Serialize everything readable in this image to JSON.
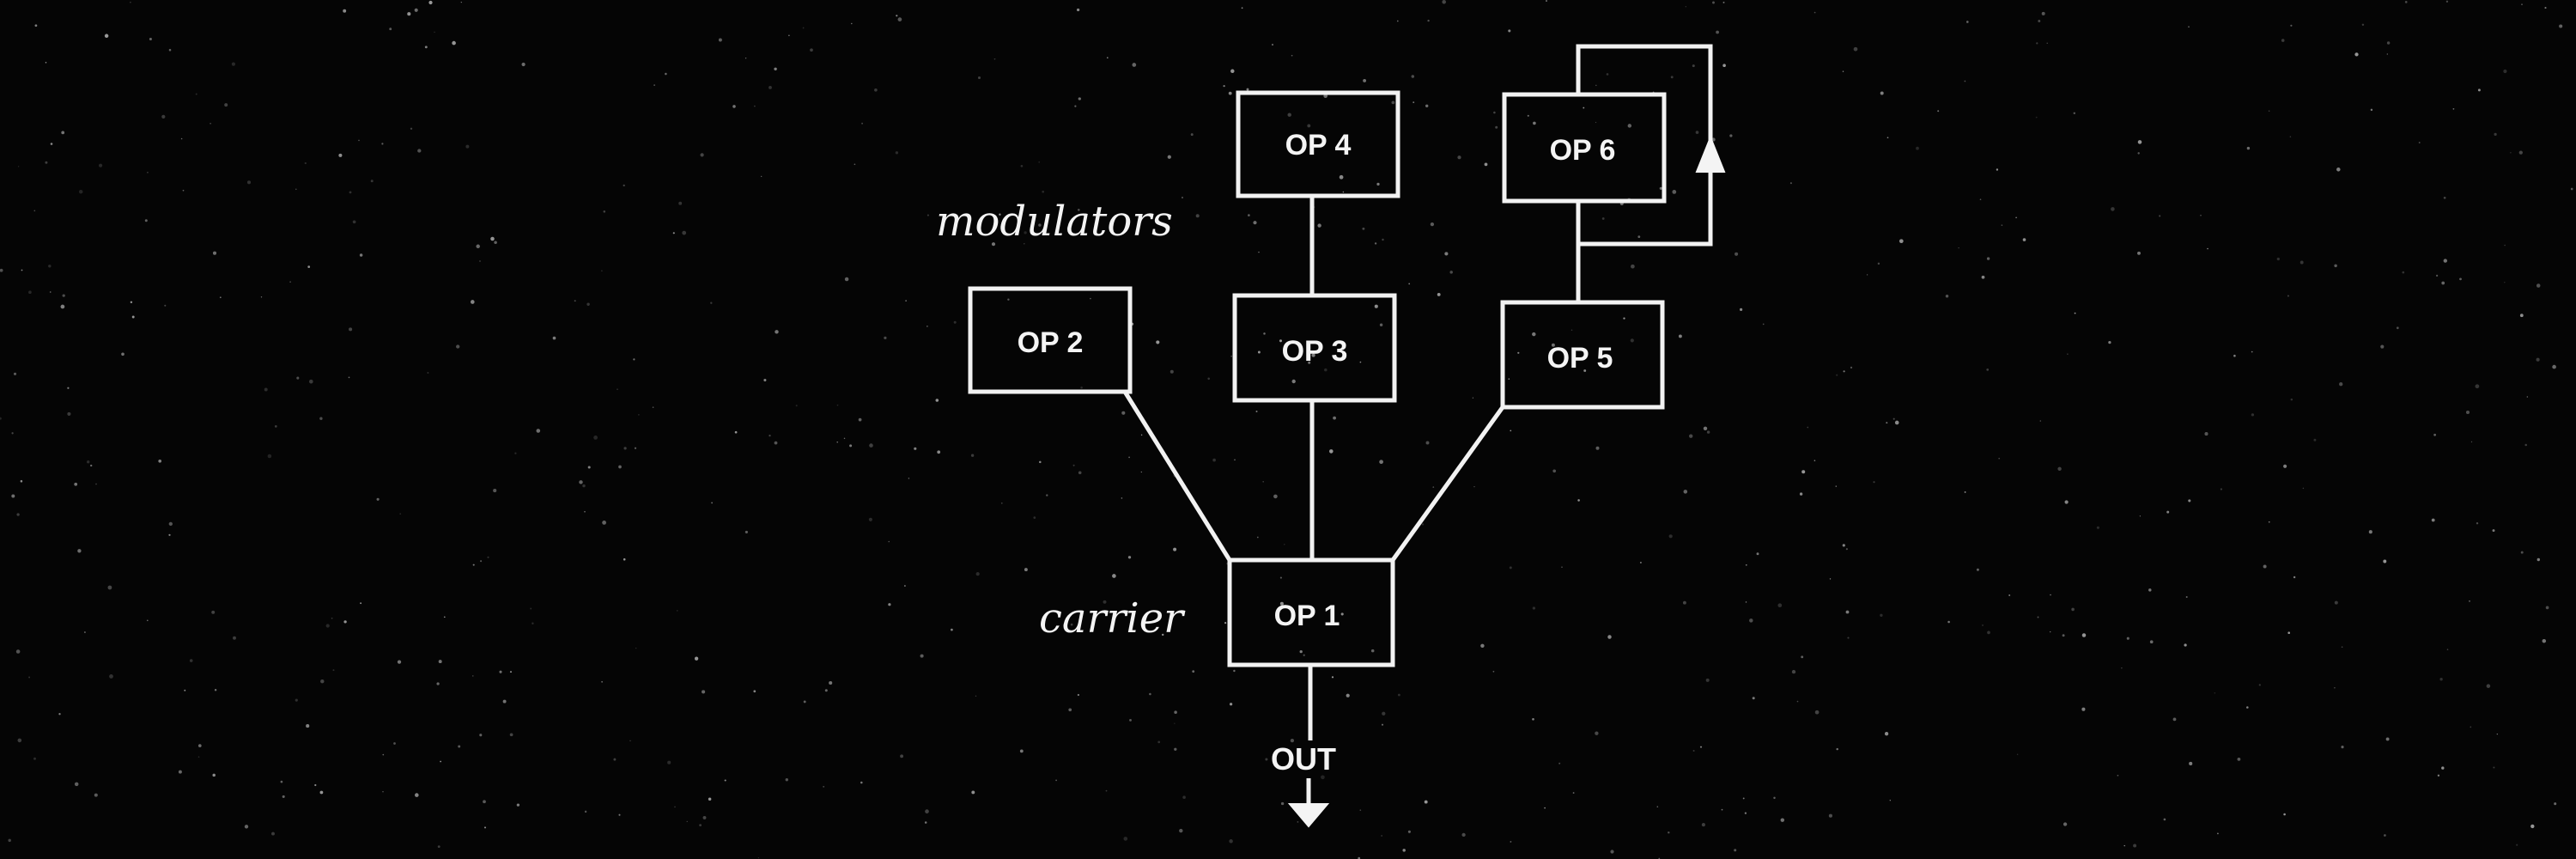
{
  "diagram": {
    "modulators_label": "modulators",
    "carrier_label": "carrier",
    "output_label": "OUT",
    "operators": {
      "op1": "OP 1",
      "op2": "OP 2",
      "op3": "OP 3",
      "op4": "OP 4",
      "op5": "OP 5",
      "op6": "OP 6"
    }
  }
}
